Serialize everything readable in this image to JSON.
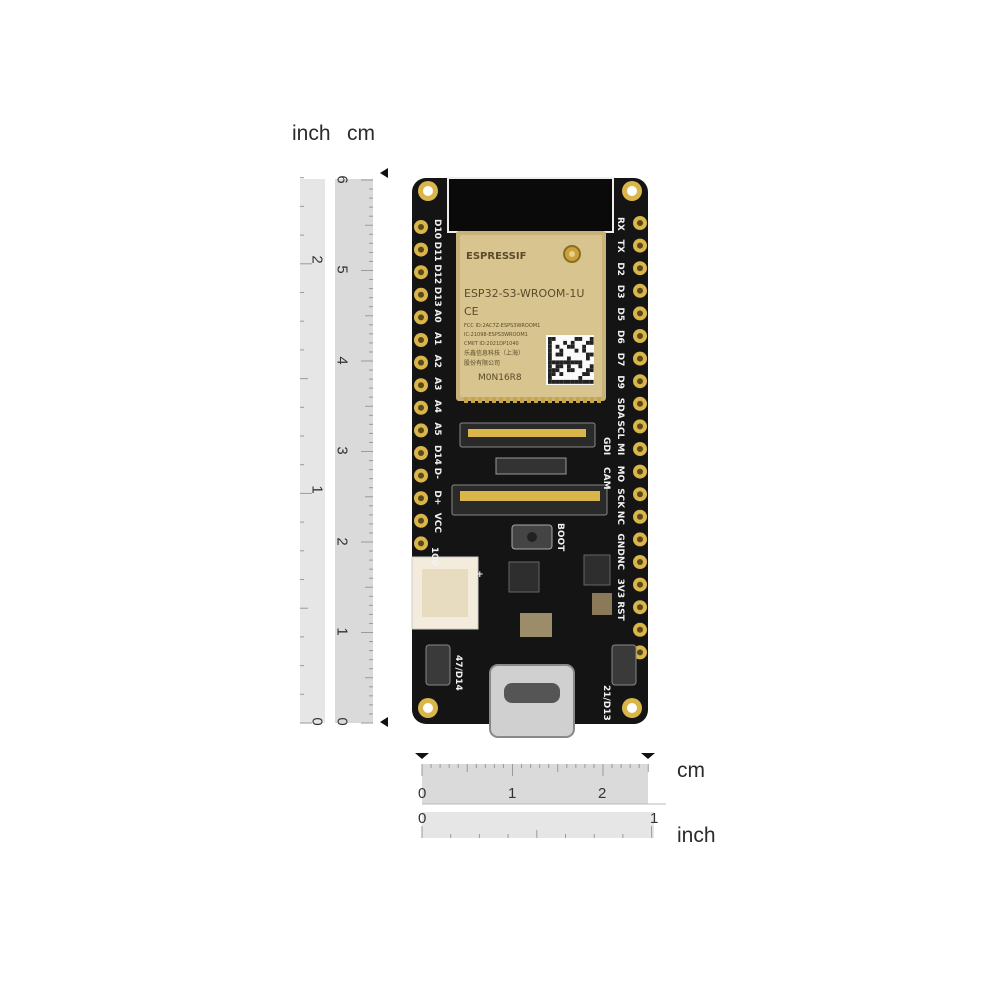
{
  "units": {
    "inch": "inch",
    "cm": "cm"
  },
  "vertical_ruler": {
    "cm_ticks": [
      "6",
      "5",
      "4",
      "3",
      "2",
      "1",
      "0"
    ],
    "inch_ticks": [
      "2",
      "1",
      "0"
    ]
  },
  "horizontal_ruler": {
    "cm_ticks": [
      "0",
      "1",
      "2"
    ],
    "inch_ticks": [
      "0",
      "1"
    ]
  },
  "module": {
    "brand": "ESPRESSIF",
    "model": "ESP32-S3-WROOM-1U",
    "ce": "CE",
    "line1": "FCC ID:2AC7Z-ESPS3WROOM1",
    "line2": "IC:21098-ESPS3WROOM1",
    "line3": "CMIIT ID:2021DP1040",
    "line4": "乐鑫信息科技（上海）",
    "line5": "股份有限公司",
    "lot": "M0N16R8"
  },
  "pins_left": [
    "D10",
    "D11",
    "D12",
    "D13",
    "A0",
    "A1",
    "A2",
    "A3",
    "A4",
    "A5",
    "D14",
    "D-",
    "D+",
    "VCC"
  ],
  "pins_right": [
    "RX",
    "TX",
    "D2",
    "D3",
    "D5",
    "D6",
    "D7",
    "D9",
    "SDA",
    "SCL",
    "MI",
    "MO",
    "SCK",
    "NC",
    "GND",
    "NC",
    "3V3",
    "RST"
  ],
  "board_labels": {
    "gdi": "GDI",
    "cam": "CAM",
    "boot": "BOOT",
    "plus": "+",
    "hundred": "100",
    "left_btn": "47/D14",
    "right_btn": "21/D13"
  },
  "colors": {
    "pcb": "#141414",
    "gold": "#d9b54a",
    "ruler": "#dcdcdc",
    "connector": "#f3ecdc"
  }
}
